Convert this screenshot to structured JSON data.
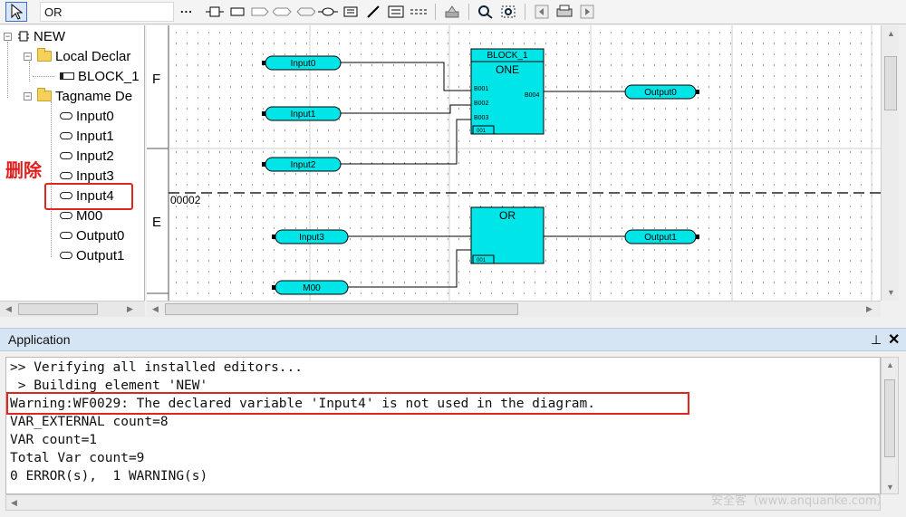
{
  "toolbar": {
    "combo_value": "OR",
    "dots": "...",
    "icons": [
      "contact-icon",
      "coil-icon",
      "block-icon",
      "function-icon",
      "variable-icon",
      "rung-icon",
      "comment-icon",
      "pen-icon",
      "text-icon",
      "wire-icon",
      "build-icon",
      "zoom-icon",
      "zoom-fit-icon",
      "nav-back-icon",
      "print-icon",
      "nav-forward-icon"
    ]
  },
  "tree": {
    "root": "NEW",
    "local_folder": "Local Declar",
    "block_item": "BLOCK_1",
    "tagname_folder": "Tagname De",
    "items": [
      "Input0",
      "Input1",
      "Input2",
      "Input3",
      "Input4",
      "M00",
      "Output0",
      "Output1"
    ],
    "highlight_label": "删除"
  },
  "diagram": {
    "rung_labels": [
      "F",
      "E"
    ],
    "rung_number": "00002",
    "block1": {
      "name": "BLOCK_1",
      "type": "ONE",
      "pins_in": [
        "B001",
        "B002",
        "B003"
      ],
      "pin_out": "B004",
      "num": "001"
    },
    "block2": {
      "type": "OR",
      "num": "001"
    },
    "inputs": [
      "Input0",
      "Input1",
      "Input2",
      "Input3",
      "M00"
    ],
    "outputs": [
      "Output0",
      "Output1"
    ],
    "accent": "#00e5e8"
  },
  "app": {
    "title": "Application",
    "lines": [
      ">> Verifying all installed editors...",
      " > Building element 'NEW'",
      "Warning:WF0029: The declared variable 'Input4' is not used in the diagram.",
      "VAR_EXTERNAL count=8",
      "VAR count=1",
      "Total Var count=9",
      "0 ERROR(s),  1 WARNING(s)"
    ]
  },
  "watermark": "安全客（www.anquanke.com）"
}
